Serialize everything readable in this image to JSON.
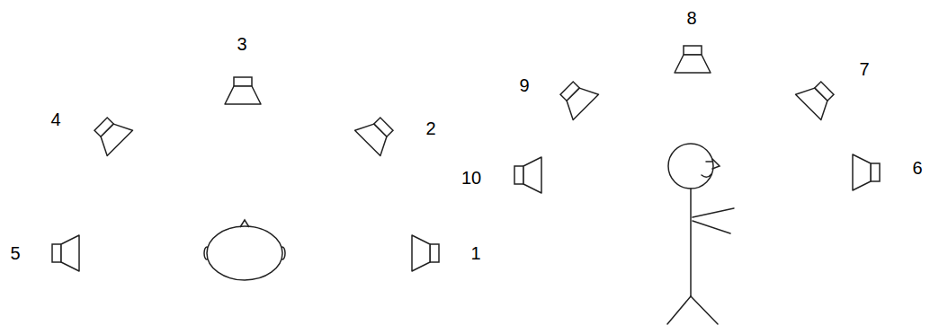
{
  "diagram": {
    "labels": [
      "3",
      "4",
      "2",
      "5",
      "1",
      "8",
      "9",
      "7",
      "10",
      "6"
    ]
  }
}
